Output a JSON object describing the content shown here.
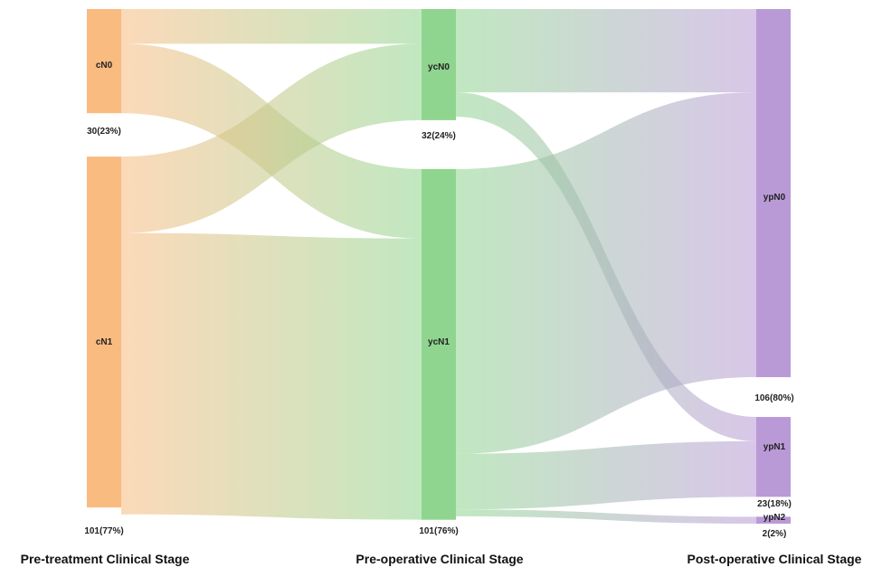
{
  "colors": {
    "pre_treatment": "#f9bb80",
    "pre_operative": "#8fd58f",
    "post_operative": "#b99ad6"
  },
  "stages": [
    {
      "id": "pre",
      "title": "Pre-treatment Clinical Stage"
    },
    {
      "id": "preop",
      "title": "Pre-operative Clinical Stage"
    },
    {
      "id": "post",
      "title": "Post-operative Clinical Stage"
    }
  ],
  "nodes": [
    {
      "id": "cN0",
      "stage": "pre",
      "label": "cN0",
      "count_label": "30(23%)"
    },
    {
      "id": "cN1",
      "stage": "pre",
      "label": "cN1",
      "count_label": "101(77%)"
    },
    {
      "id": "ycN0",
      "stage": "preop",
      "label": "ycN0",
      "count_label": "32(24%)"
    },
    {
      "id": "ycN1",
      "stage": "preop",
      "label": "ycN1",
      "count_label": "101(76%)"
    },
    {
      "id": "ypN0",
      "stage": "post",
      "label": "ypN0",
      "count_label": "106(80%)"
    },
    {
      "id": "ypN1",
      "stage": "post",
      "label": "ypN1",
      "count_label": "23(18%)"
    },
    {
      "id": "ypN2",
      "stage": "post",
      "label": "ypN2",
      "count_label": "2(2%)"
    }
  ],
  "chart_data": {
    "type": "sankey",
    "stages": [
      "Pre-treatment Clinical Stage",
      "Pre-operative Clinical Stage",
      "Post-operative Clinical Stage"
    ],
    "nodes": [
      {
        "name": "cN0",
        "stage": 0,
        "value": 30,
        "percent": 23
      },
      {
        "name": "cN1",
        "stage": 0,
        "value": 101,
        "percent": 77
      },
      {
        "name": "ycN0",
        "stage": 1,
        "value": 32,
        "percent": 24
      },
      {
        "name": "ycN1",
        "stage": 1,
        "value": 101,
        "percent": 76
      },
      {
        "name": "ypN0",
        "stage": 2,
        "value": 106,
        "percent": 80
      },
      {
        "name": "ypN1",
        "stage": 2,
        "value": 23,
        "percent": 18
      },
      {
        "name": "ypN2",
        "stage": 2,
        "value": 2,
        "percent": 2
      }
    ],
    "links": [
      {
        "source": "cN0",
        "target": "ycN0",
        "value": 10
      },
      {
        "source": "cN0",
        "target": "ycN1",
        "value": 20
      },
      {
        "source": "cN1",
        "target": "ycN0",
        "value": 22
      },
      {
        "source": "cN1",
        "target": "ycN1",
        "value": 81
      },
      {
        "source": "ycN0",
        "target": "ypN0",
        "value": 24
      },
      {
        "source": "ycN0",
        "target": "ypN1",
        "value": 7
      },
      {
        "source": "ycN1",
        "target": "ypN0",
        "value": 82
      },
      {
        "source": "ycN1",
        "target": "ypN1",
        "value": 16
      },
      {
        "source": "ycN1",
        "target": "ypN2",
        "value": 2
      }
    ]
  }
}
